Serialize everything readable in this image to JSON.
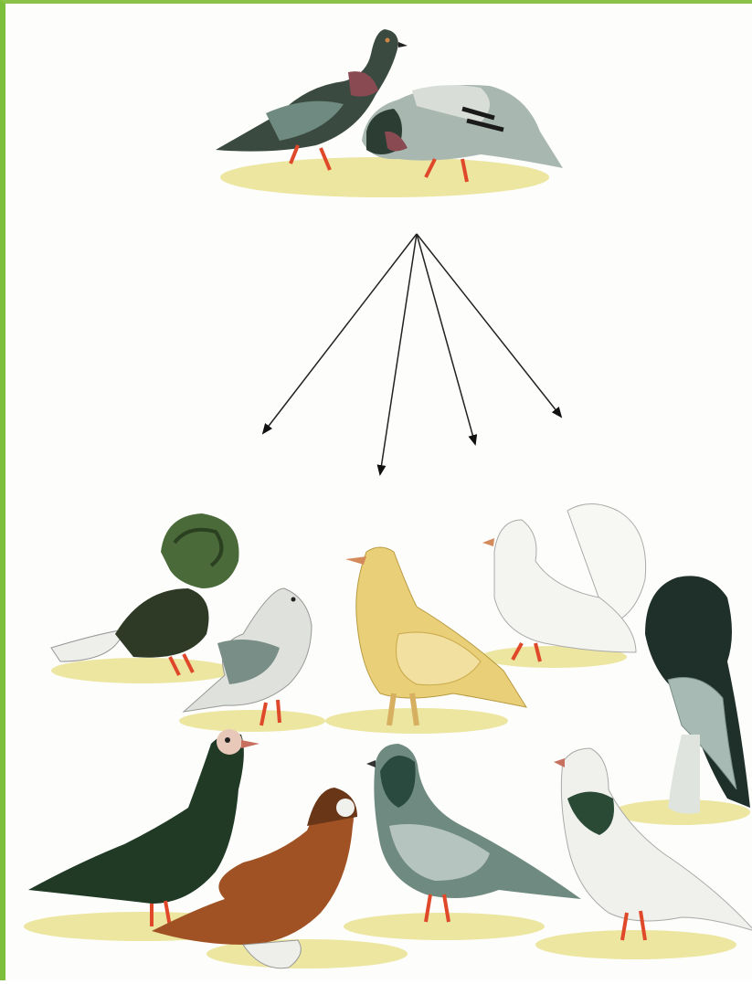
{
  "diagram": {
    "type": "illustration",
    "description_kind": "pigeon breeds descended from rock dove",
    "parent": {
      "icon": "pigeon-pair-icon",
      "count": 2
    },
    "arrows": {
      "count": 4,
      "color": "#222222"
    },
    "offspring": [
      {
        "icon": "fantail-curled-pigeon-icon",
        "color": "#2f4a2a"
      },
      {
        "icon": "owl-pigeon-icon",
        "color": "#c8ccc4"
      },
      {
        "icon": "yellow-pigeon-icon",
        "color": "#e9cf78"
      },
      {
        "icon": "white-fantail-pigeon-icon",
        "color": "#f4f4f0"
      },
      {
        "icon": "pouter-pigeon-icon",
        "color": "#1f2f2a"
      },
      {
        "icon": "carrier-pigeon-icon",
        "color": "#203a26"
      },
      {
        "icon": "jacobin-pigeon-icon",
        "color": "#a05224"
      },
      {
        "icon": "rock-pigeon-icon",
        "color": "#6f8a80"
      },
      {
        "icon": "white-neck-pigeon-icon",
        "color": "#2a4a36"
      }
    ],
    "colors": {
      "ground": "#ece6a0",
      "feet": "#e0482a",
      "border": "#7bbf3a"
    }
  }
}
